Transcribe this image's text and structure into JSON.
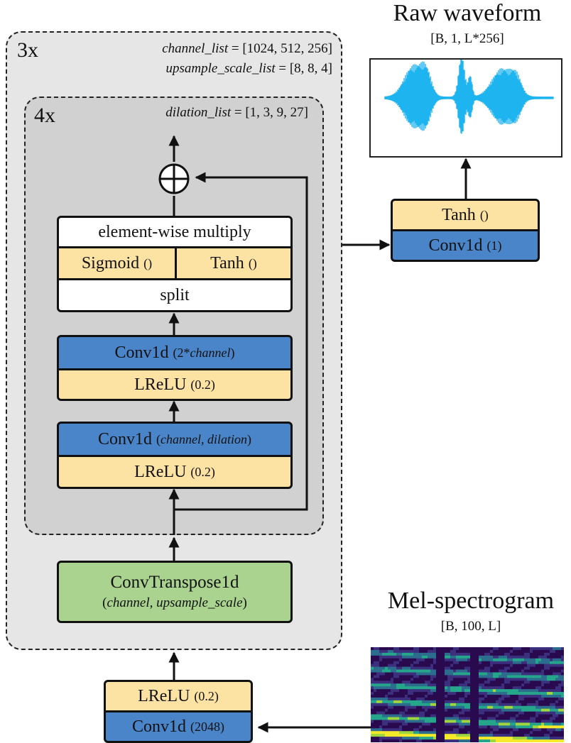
{
  "outer_block": {
    "repeat": "3x",
    "param1_name": "channel_list",
    "param1_value": " = [1024, 512, 256]",
    "param2_name": "upsample_scale_list",
    "param2_value": " = [8, 8, 4]"
  },
  "inner_block": {
    "repeat": "4x",
    "param_name": "dilation_list",
    "param_value": " = [1, 3, 9, 27]"
  },
  "layers": {
    "multiply": "element-wise multiply",
    "sigmoid": "Sigmoid",
    "sigmoid_args": "()",
    "gate_tanh": "Tanh",
    "gate_tanh_args": "()",
    "split": "split",
    "conv_gate": "Conv1d",
    "conv_gate_args_prefix": "(2*",
    "conv_gate_args_italic": "channel",
    "conv_gate_args_suffix": ")",
    "lrelu_a": "LReLU",
    "lrelu_a_args": "(0.2)",
    "conv_dil": "Conv1d",
    "conv_dil_args_prefix": "(",
    "conv_dil_args_italic": "channel, dilation",
    "conv_dil_args_suffix": ")",
    "lrelu_b": "LReLU",
    "lrelu_b_args": "(0.2)",
    "convtranspose": "ConvTranspose1d",
    "convtranspose_args_prefix": "(",
    "convtranspose_args_italic": "channel, upsample_scale",
    "convtranspose_args_suffix": ")",
    "input_lrelu": "LReLU",
    "input_lrelu_args": "(0.2)",
    "input_conv": "Conv1d",
    "input_conv_args": "(2048)",
    "out_tanh": "Tanh",
    "out_tanh_args": "()",
    "out_conv": "Conv1d",
    "out_conv_args": "(1)"
  },
  "output": {
    "title": "Raw waveform",
    "shape": "[B, 1, L*256]",
    "color": "#1fb4f0"
  },
  "input": {
    "title": "Mel-spectrogram",
    "shape": "[B, 100, L]",
    "colormap": [
      "#2a0a4e",
      "#3b2f7e",
      "#2c6d8e",
      "#25a68a",
      "#9fd63f",
      "#f4ea2a"
    ]
  }
}
